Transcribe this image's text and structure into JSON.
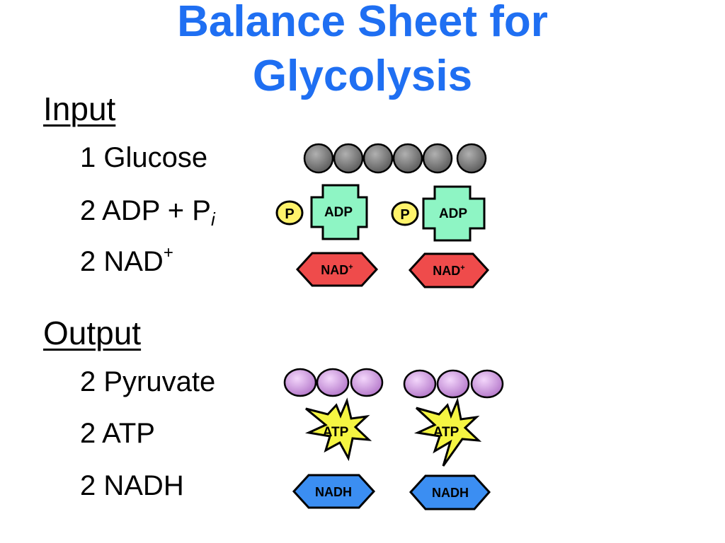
{
  "title": {
    "line1": "Balance Sheet for",
    "line2": "Glycolysis"
  },
  "input": {
    "heading": "Input",
    "glucose": "1 Glucose",
    "adp_prefix": "2 ADP + P",
    "adp_subscript": "i",
    "nad_text": "2 NAD",
    "nad_superscript": "+"
  },
  "output": {
    "heading": "Output",
    "pyruvate": "2 Pyruvate",
    "atp": "2 ATP",
    "nadh": "2 NADH"
  },
  "icons": {
    "phosphate_label": "P",
    "adp_label": "ADP",
    "nad_label": "NAD",
    "nad_sup": "+",
    "atp_label": "ATP",
    "nadh_label": "NADH"
  },
  "colors": {
    "title": "#1f6ff2",
    "carbon": "#7a7a7a",
    "pyruvate": "#d79be6",
    "phosphate": "#fff36b",
    "adp": "#8ef5c4",
    "nad": "#ef4b4b",
    "atp": "#f5f542",
    "nadh": "#3b8ef2"
  }
}
